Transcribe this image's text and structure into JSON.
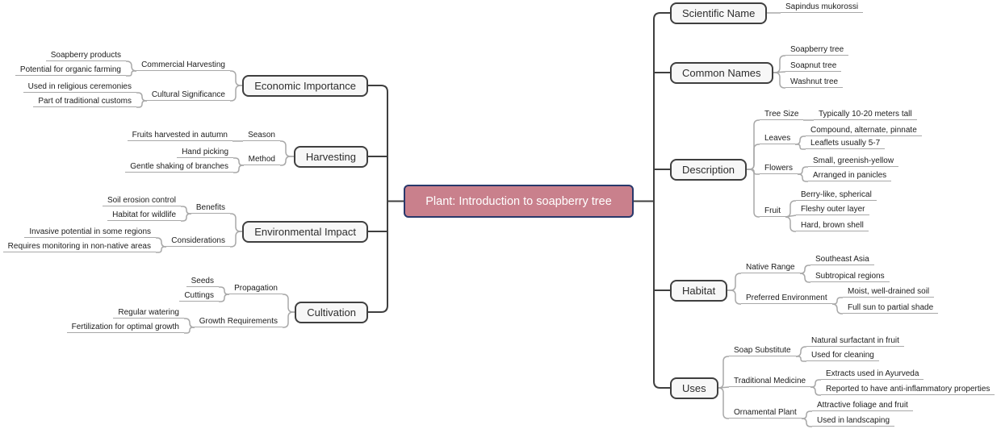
{
  "central": {
    "label": "Plant: Introduction to soapberry tree"
  },
  "left": [
    {
      "label": "Economic Importance",
      "children": [
        {
          "label": "Commercial Harvesting",
          "children": [
            {
              "label": "Soapberry products"
            },
            {
              "label": "Potential for organic farming"
            }
          ]
        },
        {
          "label": "Cultural Significance",
          "children": [
            {
              "label": "Used in religious ceremonies"
            },
            {
              "label": "Part of traditional customs"
            }
          ]
        }
      ]
    },
    {
      "label": "Harvesting",
      "children": [
        {
          "label": "Season",
          "children": [
            {
              "label": "Fruits harvested in autumn"
            }
          ]
        },
        {
          "label": "Method",
          "children": [
            {
              "label": "Hand picking"
            },
            {
              "label": "Gentle shaking of branches"
            }
          ]
        }
      ]
    },
    {
      "label": "Environmental Impact",
      "children": [
        {
          "label": "Benefits",
          "children": [
            {
              "label": "Soil erosion control"
            },
            {
              "label": "Habitat for wildlife"
            }
          ]
        },
        {
          "label": "Considerations",
          "children": [
            {
              "label": "Invasive potential in some regions"
            },
            {
              "label": "Requires monitoring in non-native areas"
            }
          ]
        }
      ]
    },
    {
      "label": "Cultivation",
      "children": [
        {
          "label": "Propagation",
          "children": [
            {
              "label": "Seeds"
            },
            {
              "label": "Cuttings"
            }
          ]
        },
        {
          "label": "Growth Requirements",
          "children": [
            {
              "label": "Regular watering"
            },
            {
              "label": "Fertilization for optimal growth"
            }
          ]
        }
      ]
    }
  ],
  "right": [
    {
      "label": "Scientific Name",
      "children": [
        {
          "label": "Sapindus mukorossi"
        }
      ]
    },
    {
      "label": "Common Names",
      "children": [
        {
          "label": "Soapberry tree"
        },
        {
          "label": "Soapnut tree"
        },
        {
          "label": "Washnut tree"
        }
      ]
    },
    {
      "label": "Description",
      "children": [
        {
          "label": "Tree Size",
          "children": [
            {
              "label": "Typically 10-20 meters tall"
            }
          ]
        },
        {
          "label": "Leaves",
          "children": [
            {
              "label": "Compound, alternate, pinnate"
            },
            {
              "label": "Leaflets usually 5-7"
            }
          ]
        },
        {
          "label": "Flowers",
          "children": [
            {
              "label": "Small, greenish-yellow"
            },
            {
              "label": "Arranged in panicles"
            }
          ]
        },
        {
          "label": "Fruit",
          "children": [
            {
              "label": "Berry-like, spherical"
            },
            {
              "label": "Fleshy outer layer"
            },
            {
              "label": "Hard, brown shell"
            }
          ]
        }
      ]
    },
    {
      "label": "Habitat",
      "children": [
        {
          "label": "Native Range",
          "children": [
            {
              "label": "Southeast Asia"
            },
            {
              "label": "Subtropical regions"
            }
          ]
        },
        {
          "label": "Preferred Environment",
          "children": [
            {
              "label": "Moist, well-drained soil"
            },
            {
              "label": "Full sun to partial shade"
            }
          ]
        }
      ]
    },
    {
      "label": "Uses",
      "children": [
        {
          "label": "Soap Substitute",
          "children": [
            {
              "label": "Natural surfactant in fruit"
            },
            {
              "label": "Used for cleaning"
            }
          ]
        },
        {
          "label": "Traditional Medicine",
          "children": [
            {
              "label": "Extracts used in Ayurveda"
            },
            {
              "label": "Reported to have anti-inflammatory properties"
            }
          ]
        },
        {
          "label": "Ornamental Plant",
          "children": [
            {
              "label": "Attractive foliage and fruit"
            },
            {
              "label": "Used in landscaping"
            }
          ]
        }
      ]
    }
  ],
  "style": {
    "central_fill": "#c9808c",
    "central_border": "#28386b",
    "central_text": "#ffffff",
    "branch_fill": "#f7f7f7",
    "branch_border": "#3f3f3f",
    "connector_dark": "#3f3f3f",
    "connector_light": "#a8a8a8"
  }
}
